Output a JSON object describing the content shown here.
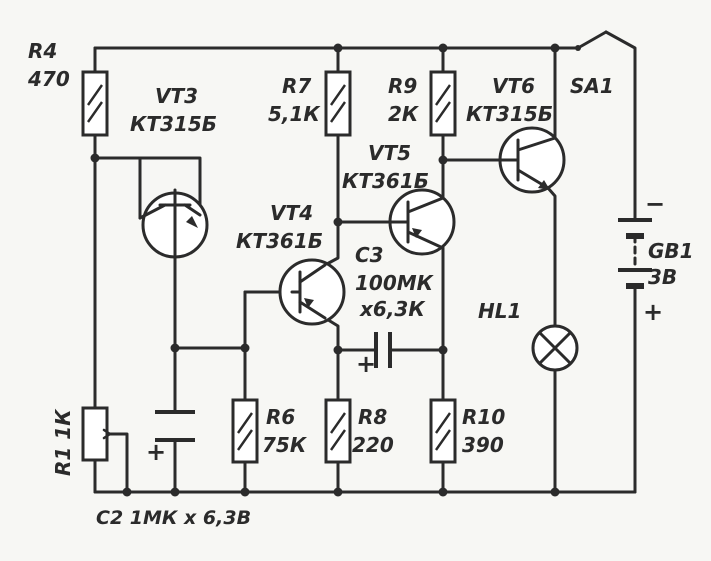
{
  "components": {
    "r4": {
      "ref": "R4",
      "value": "470"
    },
    "vt3": {
      "ref": "VT3",
      "type": "КТ315Б"
    },
    "r7": {
      "ref": "R7",
      "value": "5,1К"
    },
    "r9": {
      "ref": "R9",
      "value": "2К"
    },
    "vt6": {
      "ref": "VT6",
      "type": "КТ315Б"
    },
    "sa1": {
      "ref": "SA1"
    },
    "vt5": {
      "ref": "VT5",
      "type": "КТ361Б"
    },
    "vt4": {
      "ref": "VT4",
      "type": "КТ361Б"
    },
    "c3": {
      "ref": "C3",
      "value": "100МК",
      "voltage": "х6,3К"
    },
    "gb1": {
      "ref": "GB1",
      "value": "3В",
      "minus": "−",
      "plus": "+"
    },
    "hl1": {
      "ref": "HL1"
    },
    "r6": {
      "ref": "R6",
      "value": "75К"
    },
    "r8": {
      "ref": "R8",
      "value": "220"
    },
    "r10": {
      "ref": "R10",
      "value": "390"
    },
    "r1": {
      "ref_value": "R1 1К"
    },
    "c2": {
      "ref_value": "C2  1МК х 6,3В",
      "plus": "+"
    },
    "c3_plus": "+"
  }
}
